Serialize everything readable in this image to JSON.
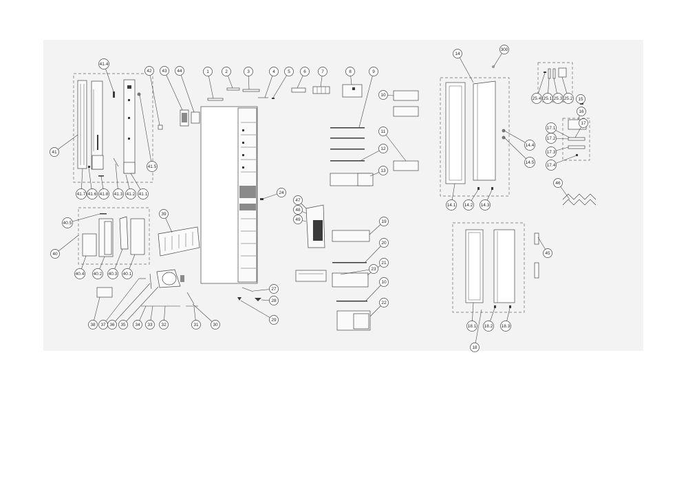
{
  "labels": [
    "41.4",
    "42",
    "43",
    "44",
    "1",
    "2",
    "3",
    "4",
    "5",
    "6",
    "7",
    "8",
    "9",
    "300",
    "14",
    "25.4",
    "25.1",
    "25.3",
    "25.2",
    "15",
    "16",
    "17",
    "17.1",
    "17.2",
    "17.3",
    "17.4",
    "10",
    "11",
    "12",
    "13",
    "14.4",
    "14.5",
    "41",
    "41.5",
    "41.7",
    "41.6",
    "41.8",
    "41.3",
    "41.2",
    "41.1",
    "24",
    "14.1",
    "14.2",
    "14.3",
    "46",
    "47",
    "48",
    "49",
    "40.5",
    "39",
    "40",
    "19",
    "20",
    "23",
    "21",
    "10",
    "22",
    "45",
    "18.1",
    "18.2",
    "18.3",
    "18",
    "40.4",
    "40.2",
    "40.3",
    "40.1",
    "27",
    "28",
    "29",
    "38",
    "37",
    "36",
    "35",
    "34",
    "33",
    "32",
    "31",
    "30"
  ]
}
